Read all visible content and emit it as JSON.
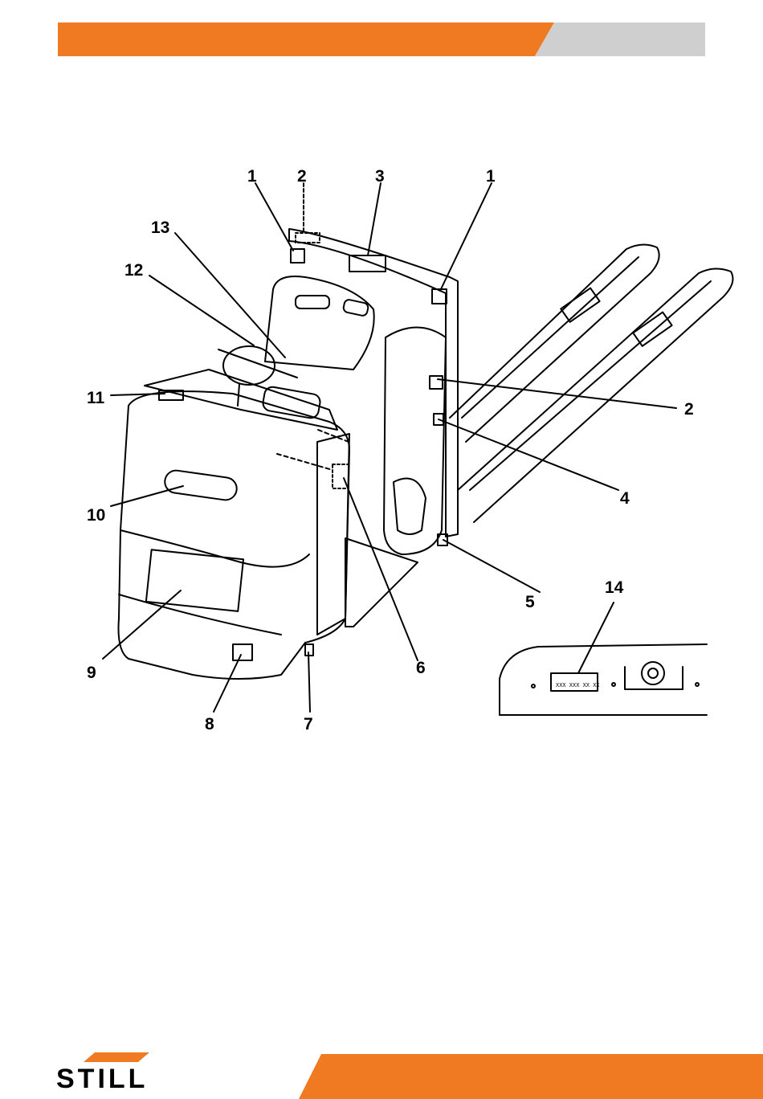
{
  "colors": {
    "accent": "#f07a22",
    "grey_band": "#cfcfcf",
    "ink": "#000000"
  },
  "brand": {
    "logo_text": "STILL",
    "logo_icon": "still-logo-slash-icon"
  },
  "figure": {
    "callouts": [
      "1",
      "2",
      "3",
      "1",
      "13",
      "12",
      "11",
      "2",
      "4",
      "10",
      "5",
      "14",
      "9",
      "6",
      "8",
      "7"
    ],
    "inset_code": "XXX XXX XX XX"
  }
}
